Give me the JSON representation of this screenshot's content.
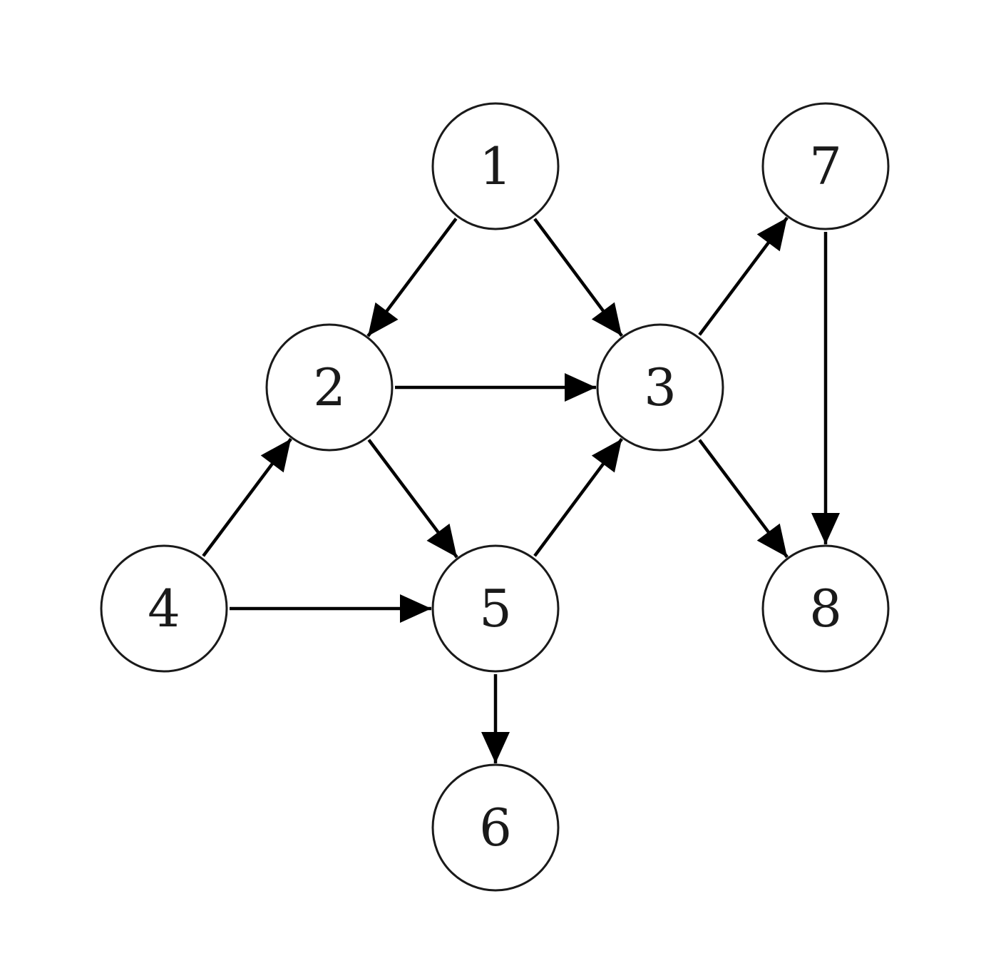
{
  "diagram": {
    "type": "directed-graph",
    "nodes": [
      {
        "id": "1",
        "label": "1"
      },
      {
        "id": "2",
        "label": "2"
      },
      {
        "id": "3",
        "label": "3"
      },
      {
        "id": "4",
        "label": "4"
      },
      {
        "id": "5",
        "label": "5"
      },
      {
        "id": "6",
        "label": "6"
      },
      {
        "id": "7",
        "label": "7"
      },
      {
        "id": "8",
        "label": "8"
      }
    ],
    "edges": [
      {
        "from": "1",
        "to": "2"
      },
      {
        "from": "1",
        "to": "3"
      },
      {
        "from": "2",
        "to": "3"
      },
      {
        "from": "2",
        "to": "5"
      },
      {
        "from": "4",
        "to": "2"
      },
      {
        "from": "4",
        "to": "5"
      },
      {
        "from": "5",
        "to": "3"
      },
      {
        "from": "5",
        "to": "6"
      },
      {
        "from": "3",
        "to": "7"
      },
      {
        "from": "3",
        "to": "8"
      },
      {
        "from": "7",
        "to": "8"
      }
    ],
    "colors": {
      "node_fill": "#ffffff",
      "node_stroke": "#1a1a1a",
      "edge": "#000000"
    }
  }
}
